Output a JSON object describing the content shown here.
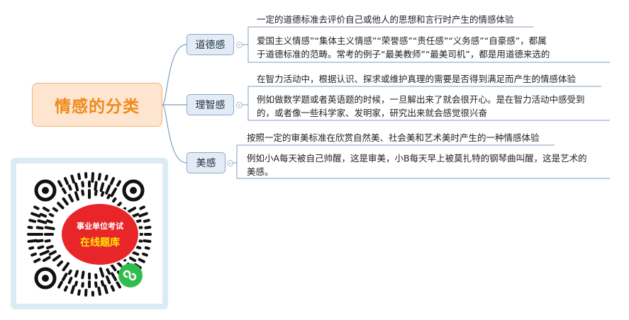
{
  "root": {
    "title": "情感的分类"
  },
  "branches": [
    {
      "label": "道德感",
      "definition": "一定的道德标准去评价自己或他人的思想和言行时产生的情感体验",
      "detail_lines": [
        "爱国主义情感”“集体主义情感”“荣誉感”“责任感”“义务感”“自豪感”，都属",
        "于道德标准的范畴。常考的例子“最美教师”“最美司机”，都是用道德来选的"
      ]
    },
    {
      "label": "理智感",
      "definition": "在智力活动中，根据认识、探求或维护真理的需要是否得到满足而产生的情感体验",
      "detail_lines": [
        "例如做数学题或者英语题的时候，一旦解出来了就会很开心。是在智力活动中感受到",
        "的，或者像一些科学家、发明家，研究出来就会感觉很兴奋"
      ]
    },
    {
      "label": "美感",
      "definition": "按照一定的审美标准在欣赏自然美、社会美和艺术美时产生的一种情感体验",
      "detail_lines": [
        "例如小A每天被自己帅醒，这是审美，小B每天早上被莫扎特的钢琴曲叫醒，这是艺术的",
        "美感。"
      ]
    }
  ],
  "qr_badge": {
    "line1": "事业单位考试",
    "line2": "在线题库"
  },
  "colors": {
    "root_fill": "#fde5cf",
    "root_text": "#f08a1c",
    "branch_fill": "#e3ecf6",
    "connector": "#7f9dbd",
    "badge_red": "#e8262a",
    "badge_yellow": "#ffe600",
    "miniprogram_green": "#2fbe4c"
  },
  "icons": [
    "collapse-toggle-icon",
    "qr-code-icon",
    "mini-program-logo-icon"
  ]
}
